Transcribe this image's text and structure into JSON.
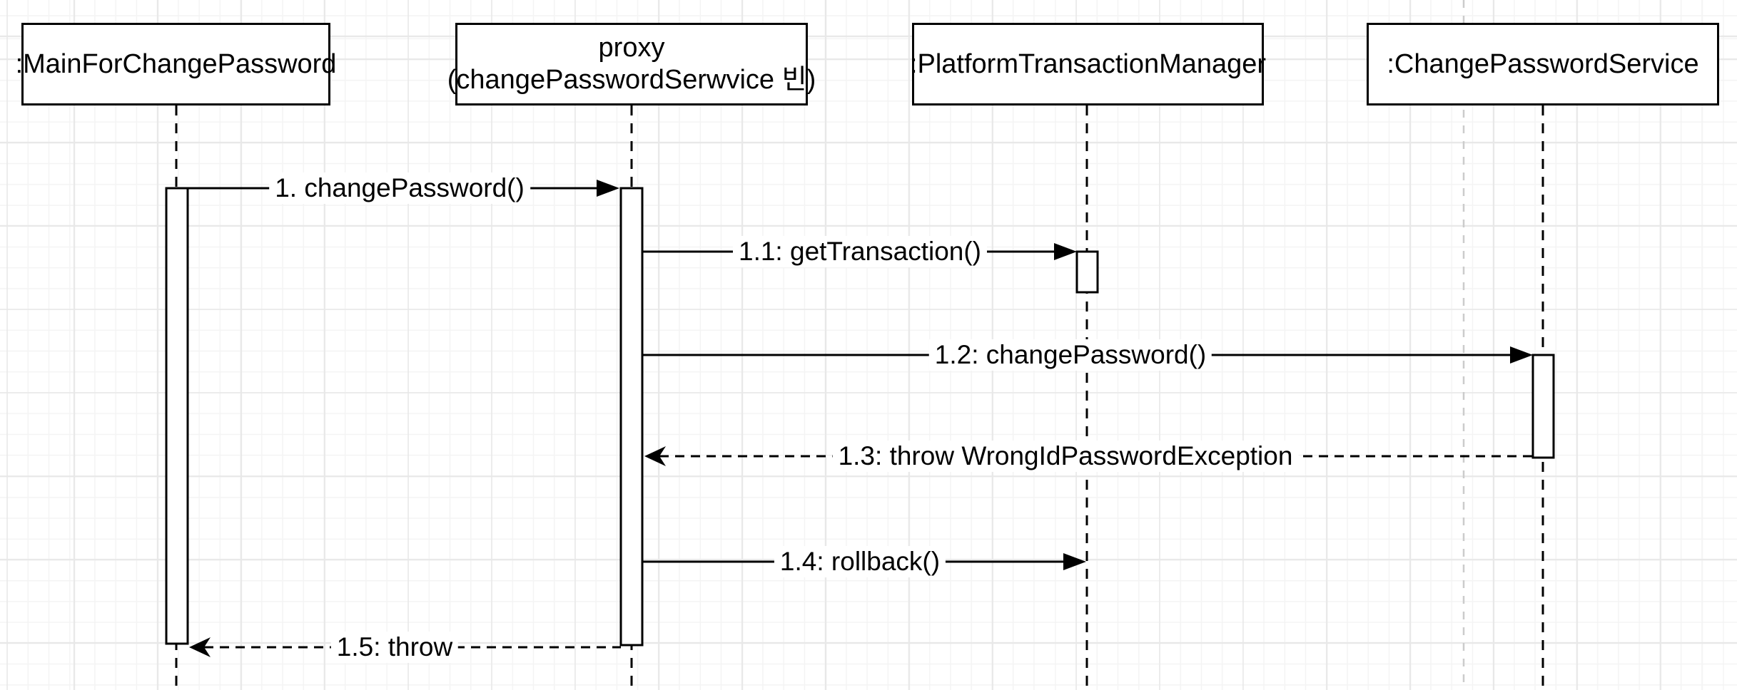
{
  "diagram_type": "uml-sequence-diagram",
  "colors": {
    "stroke": "#000000",
    "background": "#ffffff",
    "grid_minor": "#f4f4f4",
    "grid_major": "#e8e8e8",
    "page_divider": "#cccccc"
  },
  "lifelines": [
    {
      "name": "MainForChangePassword",
      "label": ":MainForChangePassword"
    },
    {
      "name": "proxy",
      "label_line1": "proxy",
      "label_line2": "(changePasswordSerwvice 빈)"
    },
    {
      "name": "PlatformTransactionManager",
      "label": ":PlatformTransactionManager"
    },
    {
      "name": "ChangePasswordService",
      "label": ":ChangePasswordService"
    }
  ],
  "messages": [
    {
      "label": "1. changePassword()",
      "from": "MainForChangePassword",
      "to": "proxy",
      "line": "solid",
      "arrow": "filled-triangle"
    },
    {
      "label": "1.1: getTransaction()",
      "from": "proxy",
      "to": "PlatformTransactionManager",
      "line": "solid",
      "arrow": "filled-triangle"
    },
    {
      "label": "1.2: changePassword()",
      "from": "proxy",
      "to": "ChangePasswordService",
      "line": "solid",
      "arrow": "filled-triangle"
    },
    {
      "label": "1.3: throw WrongIdPasswordException",
      "from": "ChangePasswordService",
      "to": "proxy",
      "line": "dashed",
      "arrow": "open-dart"
    },
    {
      "label": "1.4: rollback()",
      "from": "proxy",
      "to": "PlatformTransactionManager",
      "line": "solid",
      "arrow": "filled-triangle"
    },
    {
      "label": "1.5: throw",
      "from": "proxy",
      "to": "MainForChangePassword",
      "line": "dashed",
      "arrow": "open-dart"
    }
  ]
}
